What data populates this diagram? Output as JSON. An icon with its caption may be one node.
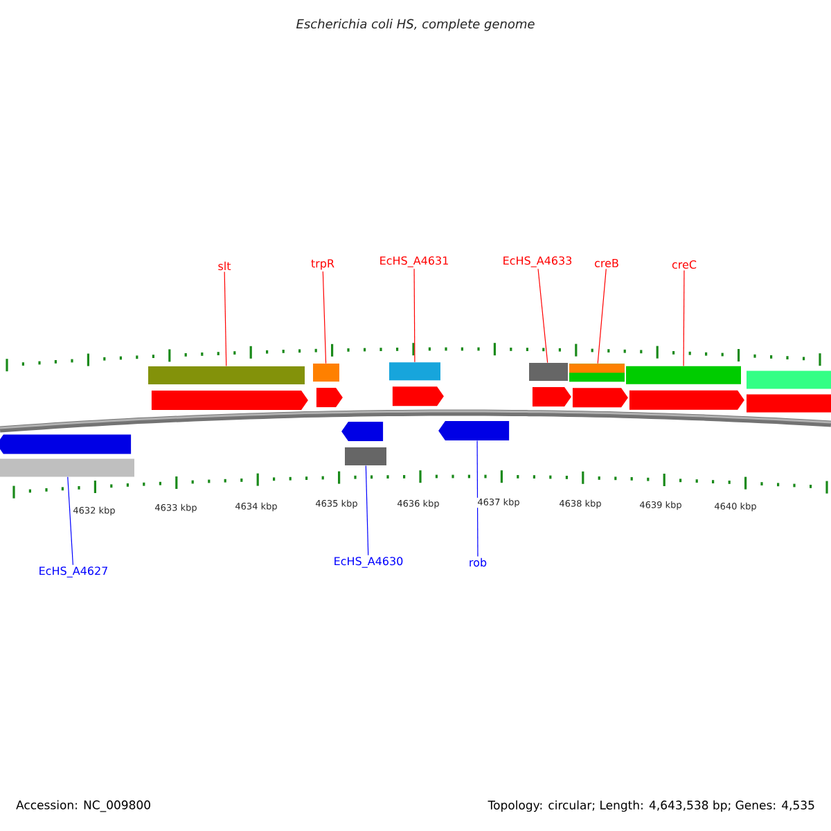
{
  "diagram": {
    "title": "Escherichia coli HS, complete genome",
    "nodes": [
      {
        "text": [
          "slt"
        ]
      },
      {
        "text": [
          "trpR"
        ]
      },
      {
        "text": [
          "EcHS_A4631"
        ]
      },
      {
        "text": [
          "EcHS_A4633"
        ]
      },
      {
        "text": [
          "creB"
        ]
      },
      {
        "text": [
          "creC"
        ]
      },
      {
        "text": [
          "EcHS_A4627"
        ]
      },
      {
        "text": [
          "EcHS_A4630"
        ]
      },
      {
        "text": [
          "rob"
        ]
      },
      {
        "text": [],
        "shape": "bar"
      },
      {
        "text": [],
        "shape": "bar"
      },
      {
        "text": [],
        "shape": "bar"
      },
      {
        "text": [],
        "shape": "bar"
      },
      {
        "text": [],
        "shape": "bar"
      },
      {
        "text": [],
        "shape": "bar"
      },
      {
        "text": [],
        "shape": "bar"
      },
      {
        "text": [],
        "shape": "bar"
      },
      {
        "text": [],
        "shape": "arrow"
      },
      {
        "text": [],
        "shape": "arrow"
      },
      {
        "text": [],
        "shape": "arrow"
      },
      {
        "text": [],
        "shape": "arrow"
      },
      {
        "text": [],
        "shape": "arrow"
      },
      {
        "text": [],
        "shape": "arrow"
      },
      {
        "text": [],
        "shape": "arrow"
      },
      {
        "text": [],
        "shape": "bar"
      },
      {
        "text": [],
        "shape": "bar"
      },
      {
        "text": [],
        "shape": "arrow"
      },
      {
        "text": [],
        "shape": "arrow"
      }
    ],
    "edges": [
      {
        "from": 0,
        "to": 9,
        "arrow": "none"
      },
      {
        "from": 1,
        "to": 10,
        "arrow": "none"
      },
      {
        "from": 2,
        "to": 11,
        "arrow": "none"
      },
      {
        "from": 3,
        "to": 12,
        "arrow": "none"
      },
      {
        "from": 4,
        "to": 13,
        "arrow": "none"
      },
      {
        "from": 5,
        "to": 14,
        "arrow": "none"
      },
      {
        "from": 6,
        "to": 15,
        "arrow": "none",
        "color": "#0000ff"
      },
      {
        "from": 7,
        "to": 16,
        "arrow": "none",
        "color": "#0000ff"
      },
      {
        "from": 8,
        "to": 17,
        "arrow": "none",
        "color": "#0000ff"
      }
    ],
    "labels": [
      "4632 kbp",
      "4633 kbp",
      "4634 kbp",
      "4635 kbp",
      "4636 kbp",
      "4637 kbp",
      "4638 kbp",
      "4639 kbp",
      "4640 kbp",
      "Accession: NC_009800",
      "Topology: circular; Length: 4,643,538 bp; Genes: 4,535"
    ]
  }
}
